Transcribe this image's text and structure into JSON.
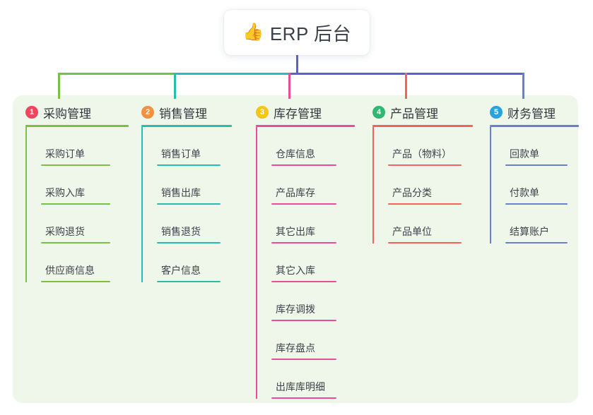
{
  "root": {
    "icon": "thumbs-up-icon",
    "emoji": "👍",
    "title": "ERP 后台"
  },
  "colors": {
    "panel_bg": "#eef7ea",
    "card_bg": "#ffffff",
    "text": "#3b4048",
    "green": "#7ac143",
    "teal": "#27bdb0",
    "pink": "#ea4c9a",
    "red": "#f4625c",
    "blue": "#6b7fd0",
    "purple": "#5b5fd0",
    "badge1": "#ef4660",
    "badge2": "#f5913e",
    "badge3": "#f5c518",
    "badge4": "#2eb872",
    "badge5": "#29a3e0"
  },
  "columns": [
    {
      "number": "1",
      "title": "采购管理",
      "badge_color": "#ef4660",
      "line_color": "#7ac143",
      "items": [
        "采购订单",
        "采购入库",
        "采购退货",
        "供应商信息"
      ]
    },
    {
      "number": "2",
      "title": "销售管理",
      "badge_color": "#f5913e",
      "line_color": "#27bdb0",
      "items": [
        "销售订单",
        "销售出库",
        "销售退货",
        "客户信息"
      ]
    },
    {
      "number": "3",
      "title": "库存管理",
      "badge_color": "#f5c518",
      "line_color": "#ea4c9a",
      "items": [
        "仓库信息",
        "产品库存",
        "其它出库",
        "其它入库",
        "库存调拨",
        "库存盘点",
        "出库库明细"
      ]
    },
    {
      "number": "4",
      "title": "产品管理",
      "badge_color": "#2eb872",
      "line_color": "#f4625c",
      "items": [
        "产品（物料）",
        "产品分类",
        "产品单位"
      ]
    },
    {
      "number": "5",
      "title": "财务管理",
      "badge_color": "#29a3e0",
      "line_color": "#6b7fd0",
      "items": [
        "回款单",
        "付款单",
        "结算账户"
      ]
    }
  ]
}
